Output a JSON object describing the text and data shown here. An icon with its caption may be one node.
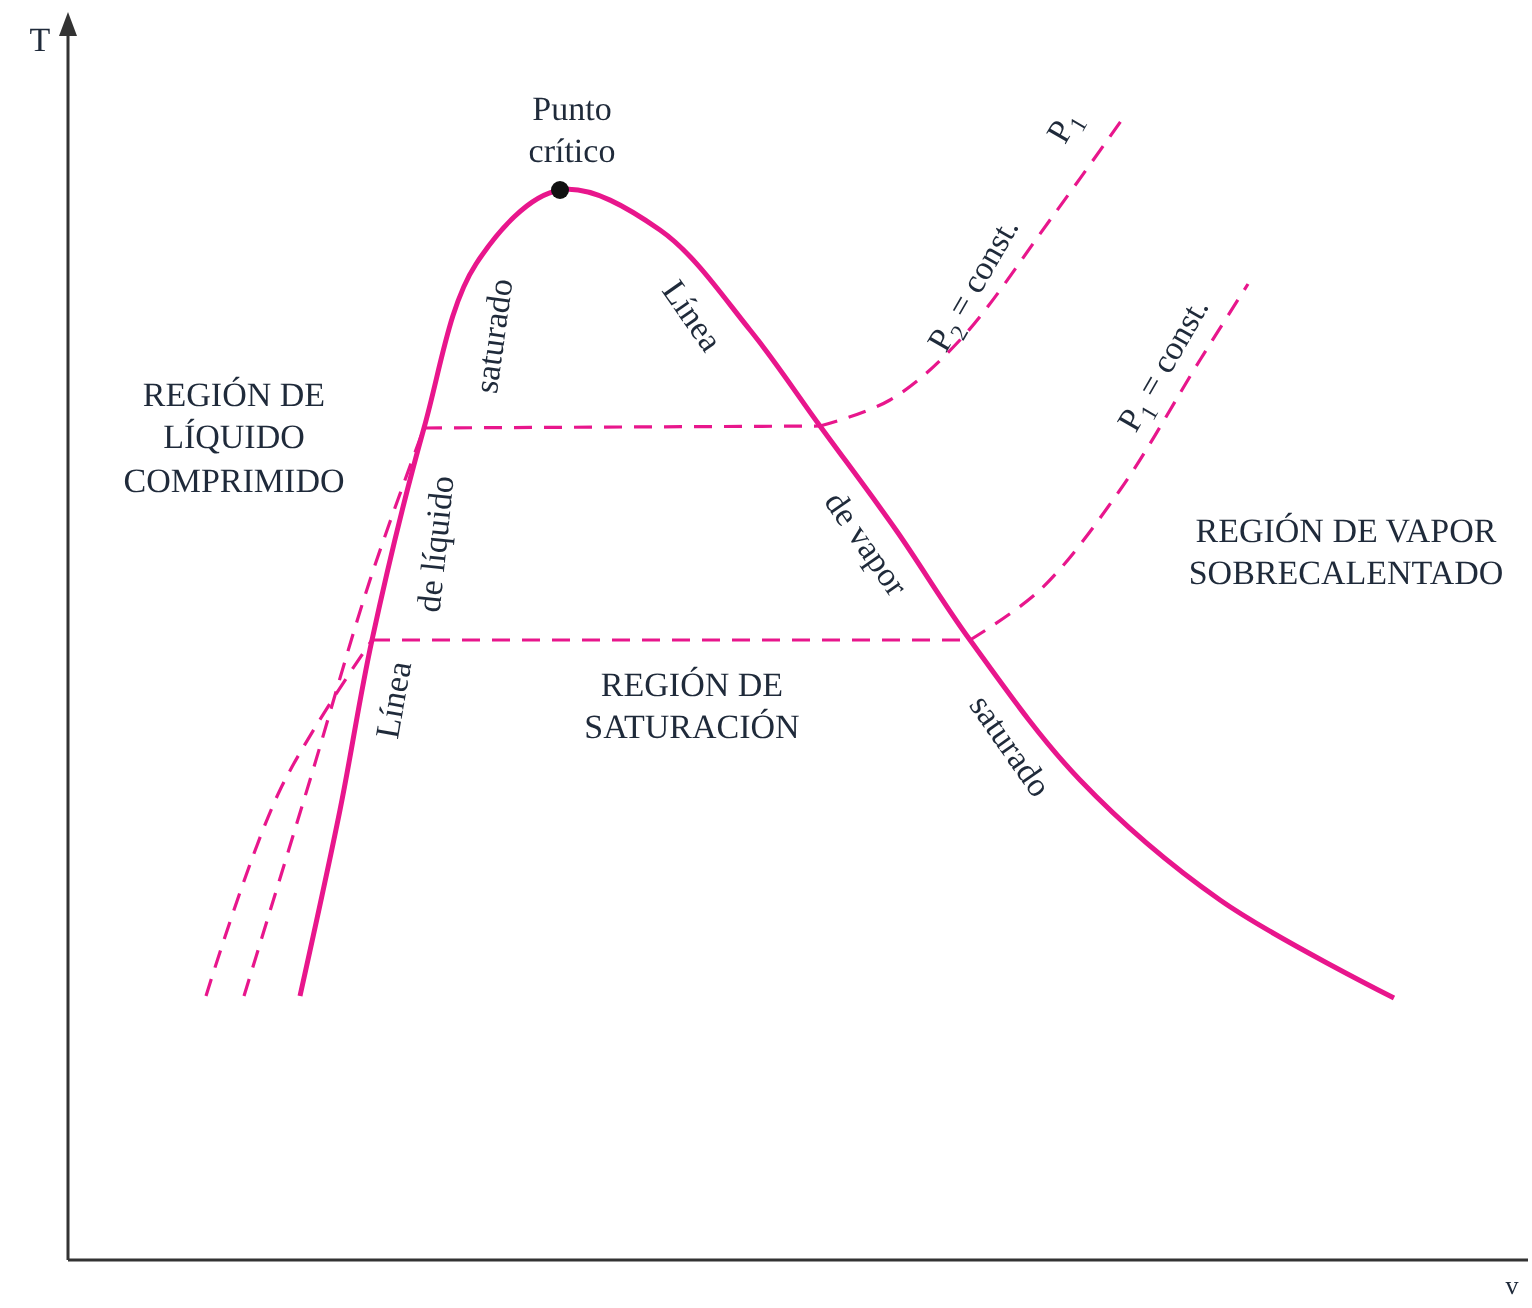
{
  "diagram": {
    "labels": [
      "T",
      "Punto crítico",
      "P$_{1}$",
      "saturado",
      "Línea",
      "P$_{2}$ = const.",
      "P$_{1}$ = const.",
      "REGIÓN DE LÍQUIDO COMPRIMIDO",
      "de líquido",
      "de vapor",
      "REGIÓN DE VAPOR SOBRECALENTADO",
      "Línea",
      "REGIÓN DE SATURACIÓN",
      "saturado",
      "v"
    ]
  }
}
